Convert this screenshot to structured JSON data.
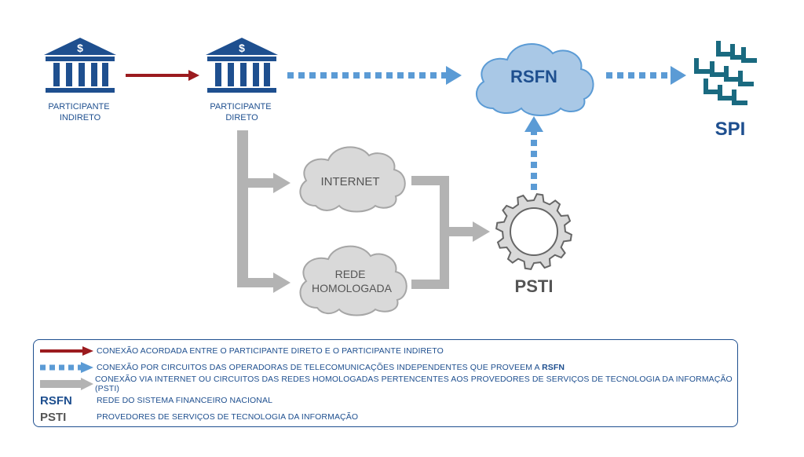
{
  "nodes": {
    "participante_indireto": [
      "PARTICIPANTE",
      "INDIRETO"
    ],
    "participante_direto": [
      "PARTICIPANTE",
      "DIRETO"
    ],
    "rsfn": "RSFN",
    "spi": "SPI",
    "internet": "INTERNET",
    "rede_homologada": [
      "REDE",
      "HOMOLOGADA"
    ],
    "psti": "PSTI",
    "bank_symbol": "$"
  },
  "legend": {
    "row1": "CONEXÃO ACORDADA ENTRE O PARTICIPANTE DIRETO E O PARTICIPANTE INDIRETO",
    "row2_prefix": "CONEXÃO POR CIRCUITOS DAS OPERADORAS DE TELECOMUNICAÇÕES INDEPENDENTES QUE PROVEEM A ",
    "row2_bold": "RSFN",
    "row3": "CONEXÃO VIA INTERNET OU CIRCUITOS DAS REDES HOMOLOGADAS PERTENCENTES AOS PROVEDORES DE SERVIÇOS DE TECNOLOGIA DA INFORMAÇÃO (PSTI)",
    "row4_abbr": "RSFN",
    "row4_text": "REDE DO SISTEMA FINANCEIRO NACIONAL",
    "row5_abbr": "PSTI",
    "row5_text": "PROVEDORES DE SERVIÇOS DE TECNOLOGIA DA INFORMAÇÃO"
  },
  "colors": {
    "blue_dark": "#1e4f8f",
    "blue_dotted": "#5b9bd5",
    "red_arrow": "#9b1b1f",
    "gray_arrow": "#b3b3b3",
    "cloud_blue_fill": "#a9c8e6",
    "cloud_gray_fill": "#d9d9d9",
    "spi_teal": "#1a6a80"
  }
}
